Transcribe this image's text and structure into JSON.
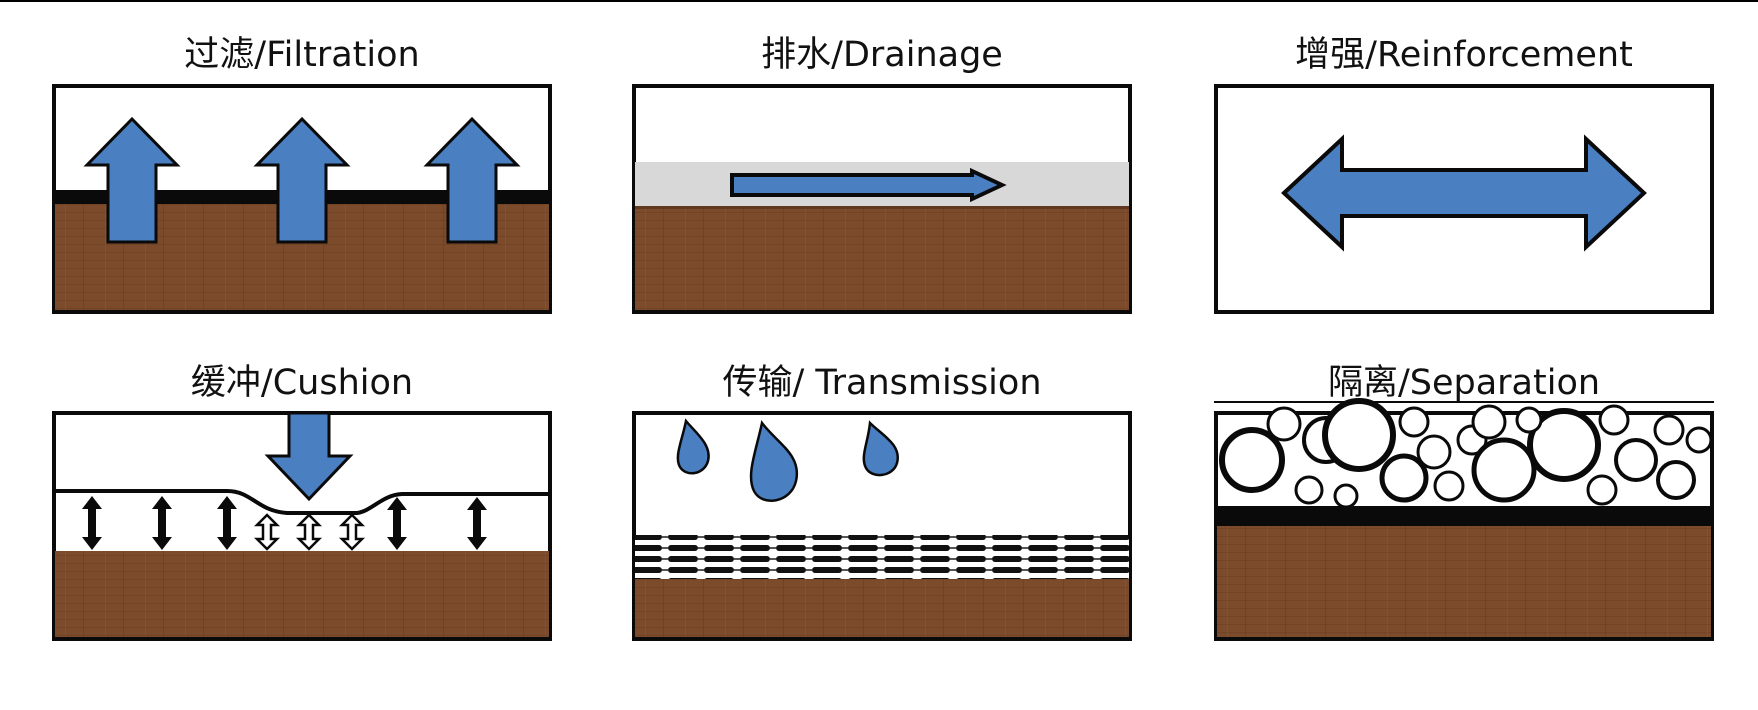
{
  "panels": {
    "filtration": "过滤/Filtration",
    "drainage": "排水/Drainage",
    "reinforcement": "增强/Reinforcement",
    "cushion": "缓冲/Cushion",
    "transmission": "传输/ Transmission",
    "separation": "隔离/Separation"
  },
  "colors": {
    "arrow_fill": "#4a7fc1",
    "arrow_stroke": "#0a0a0a",
    "soil_main": "#7b4b2b",
    "soil_dark": "#5e3820",
    "geotextile": "#0a0a0a",
    "drainage_layer": "#d8d8d8",
    "background": "#ffffff"
  }
}
